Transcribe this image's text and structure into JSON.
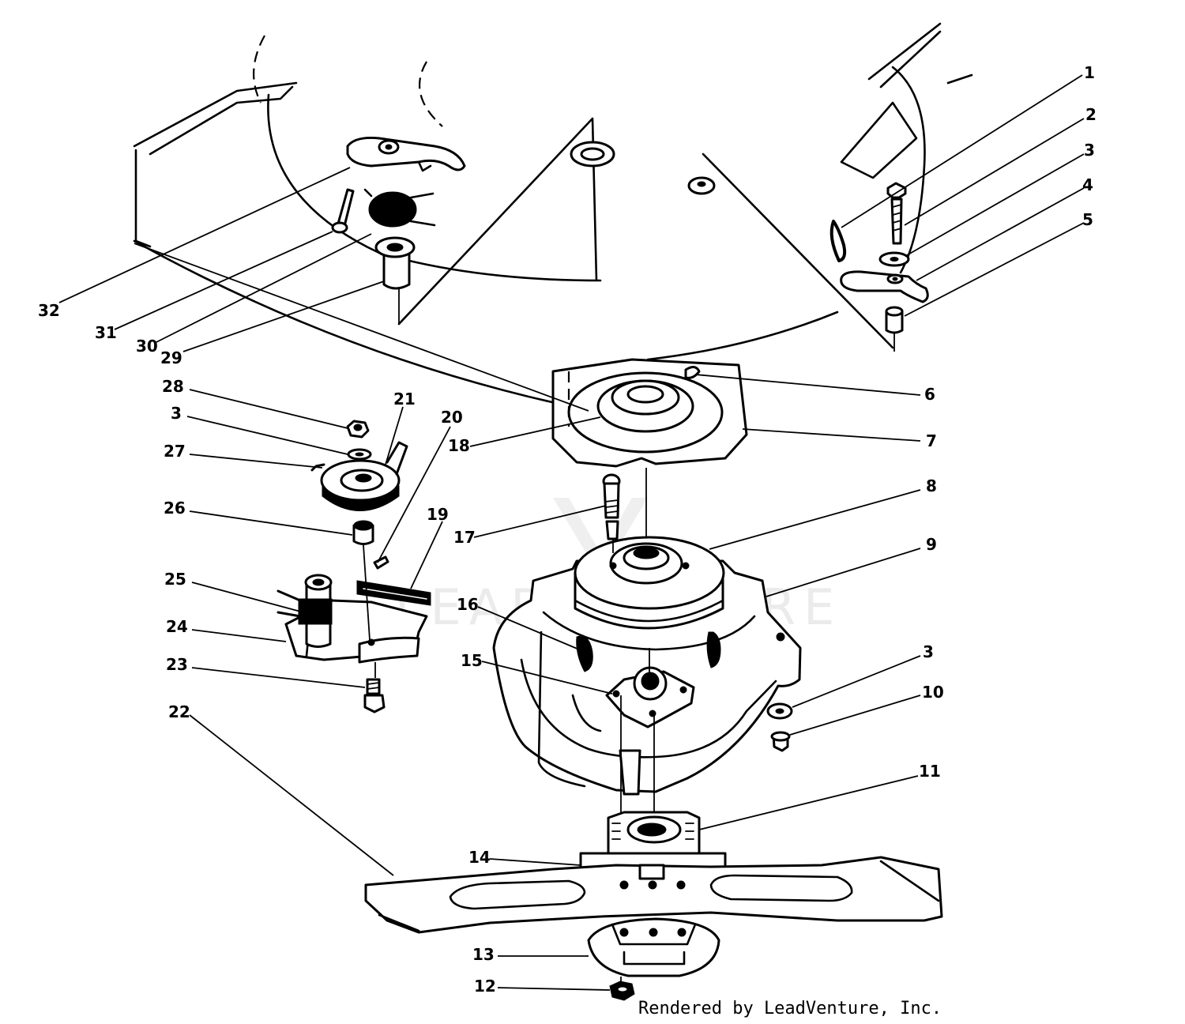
{
  "diagram": {
    "credit": "Rendered by LeadVenture, Inc.",
    "watermark": "LEADVENTURE",
    "callouts": [
      {
        "id": "c1",
        "label": "1"
      },
      {
        "id": "c2",
        "label": "2"
      },
      {
        "id": "c3a",
        "label": "3"
      },
      {
        "id": "c4",
        "label": "4"
      },
      {
        "id": "c5",
        "label": "5"
      },
      {
        "id": "c6",
        "label": "6"
      },
      {
        "id": "c7",
        "label": "7"
      },
      {
        "id": "c8",
        "label": "8"
      },
      {
        "id": "c9",
        "label": "9"
      },
      {
        "id": "c3b",
        "label": "3"
      },
      {
        "id": "c10",
        "label": "10"
      },
      {
        "id": "c11",
        "label": "11"
      },
      {
        "id": "c12",
        "label": "12"
      },
      {
        "id": "c13",
        "label": "13"
      },
      {
        "id": "c14",
        "label": "14"
      },
      {
        "id": "c15",
        "label": "15"
      },
      {
        "id": "c16",
        "label": "16"
      },
      {
        "id": "c17",
        "label": "17"
      },
      {
        "id": "c18",
        "label": "18"
      },
      {
        "id": "c19",
        "label": "19"
      },
      {
        "id": "c20",
        "label": "20"
      },
      {
        "id": "c21",
        "label": "21"
      },
      {
        "id": "c22",
        "label": "22"
      },
      {
        "id": "c23",
        "label": "23"
      },
      {
        "id": "c24",
        "label": "24"
      },
      {
        "id": "c25",
        "label": "25"
      },
      {
        "id": "c26",
        "label": "26"
      },
      {
        "id": "c27",
        "label": "27"
      },
      {
        "id": "c3c",
        "label": "3"
      },
      {
        "id": "c28",
        "label": "28"
      },
      {
        "id": "c29",
        "label": "29"
      },
      {
        "id": "c30",
        "label": "30"
      },
      {
        "id": "c31",
        "label": "31"
      },
      {
        "id": "c32",
        "label": "32"
      }
    ]
  }
}
